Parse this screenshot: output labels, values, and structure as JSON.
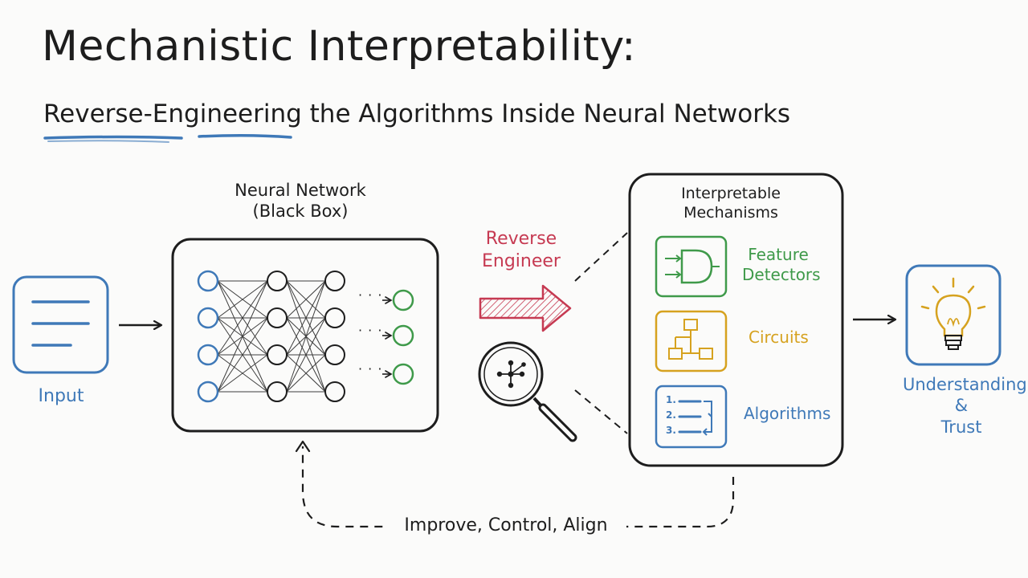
{
  "title": "Mechanistic Interpretability:",
  "subtitle": {
    "highlight": "Reverse-Engineering",
    "rest": " the Algorithms Inside Neural Networks"
  },
  "input": {
    "label": "Input"
  },
  "network": {
    "title_line1": "Neural Network",
    "title_line2": "(Black Box)",
    "ellipsis": "· · ·"
  },
  "reverse": {
    "line1": "Reverse",
    "line2": "Engineer"
  },
  "mechanisms": {
    "title_line1": "Interpretable",
    "title_line2": "Mechanisms",
    "items": [
      {
        "line1": "Feature",
        "line2": "Detectors"
      },
      {
        "line1": "Circuits"
      },
      {
        "line1": "Algorithms"
      }
    ],
    "algo_steps": [
      "1.",
      "2.",
      "3."
    ]
  },
  "outcome": {
    "line1": "Understanding",
    "line2": "&",
    "line3": "Trust"
  },
  "feedback": {
    "label": "Improve, Control, Align"
  },
  "colors": {
    "blue": "#3f79b8",
    "green": "#3f9a4a",
    "yellow": "#d6a21f",
    "red": "#c63a52",
    "ink": "#1d1d1d"
  }
}
